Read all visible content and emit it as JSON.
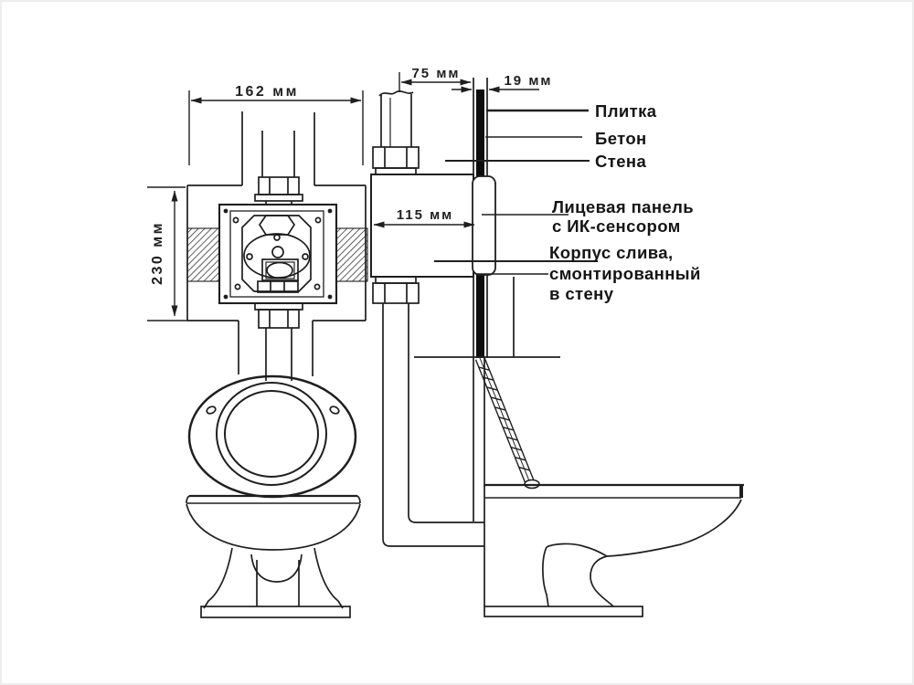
{
  "dimensions": {
    "width_162": "162 мм",
    "height_230": "230 мм",
    "offset_75": "75 мм",
    "wall_19": "19 мм",
    "depth_115": "115 мм"
  },
  "labels": {
    "tile": "Плитка",
    "concrete": "Бетон",
    "wall": "Стена",
    "panel_line1": "Лицевая панель",
    "panel_line2": "с ИК-сенсором",
    "body_line1": "Корпус слива,",
    "body_line2": "смонтированный",
    "body_line3": "в стену"
  },
  "colors": {
    "line": "#1f1f1f",
    "tile_fill": "#0d0d0d",
    "background": "#ffffff"
  }
}
